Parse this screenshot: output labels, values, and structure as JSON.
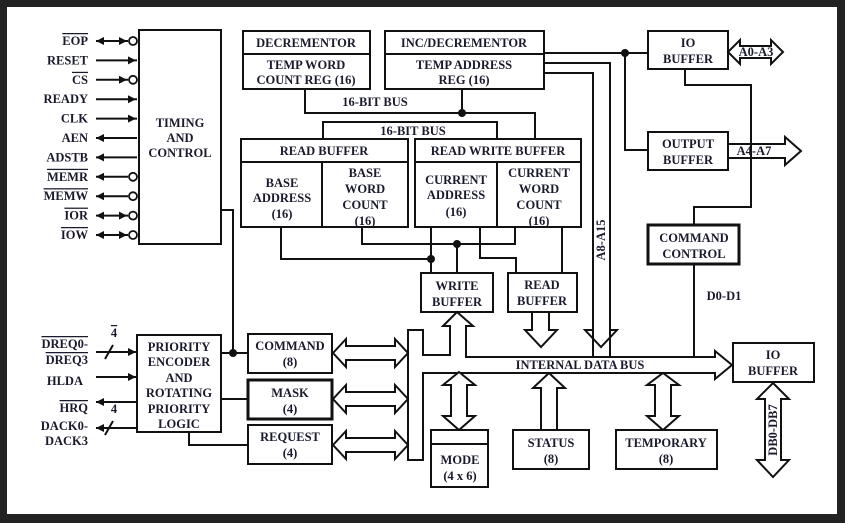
{
  "diagram": {
    "title": "DMA Controller Block Diagram",
    "blocks": {
      "timing_control": [
        "TIMING",
        "AND",
        "CONTROL"
      ],
      "decrementor": "DECREMENTOR",
      "temp_word_count": [
        "TEMP WORD",
        "COUNT REG (16)"
      ],
      "inc_decrementor": "INC/DECREMENTOR",
      "temp_address": [
        "TEMP ADDRESS",
        "REG (16)"
      ],
      "io_buffer_top": [
        "IO",
        "BUFFER"
      ],
      "output_buffer": [
        "OUTPUT",
        "BUFFER"
      ],
      "command_control": [
        "COMMAND",
        "CONTROL"
      ],
      "read_buffer_group": "READ BUFFER",
      "base_address": [
        "BASE",
        "ADDRESS",
        "(16)"
      ],
      "base_word_count": [
        "BASE",
        "WORD",
        "COUNT",
        "(16)"
      ],
      "read_write_buffer_group": "READ WRITE BUFFER",
      "current_address": [
        "CURRENT",
        "ADDRESS",
        "(16)"
      ],
      "current_word_count": [
        "CURRENT",
        "WORD",
        "COUNT",
        "(16)"
      ],
      "write_buffer": [
        "WRITE",
        "BUFFER"
      ],
      "read_buffer": [
        "READ",
        "BUFFER"
      ],
      "priority_encoder": [
        "PRIORITY",
        "ENCODER",
        "AND",
        "ROTATING",
        "PRIORITY",
        "LOGIC"
      ],
      "command_reg": [
        "COMMAND",
        "(8)"
      ],
      "mask_reg": [
        "MASK",
        "(4)"
      ],
      "request_reg": [
        "REQUEST",
        "(4)"
      ],
      "mode_reg": [
        "MODE",
        "(4 x 6)"
      ],
      "status_reg": [
        "STATUS",
        "(8)"
      ],
      "temporary_reg": [
        "TEMPORARY",
        "(8)"
      ],
      "io_buffer_bottom": [
        "IO",
        "BUFFER"
      ]
    },
    "bus_labels": {
      "bus16_upper": "16-BIT BUS",
      "bus16_lower": "16-BIT BUS",
      "internal_data_bus": "INTERNAL DATA BUS",
      "a8_a15": "A8-A15",
      "a0_a3": "A0-A3",
      "a4_a7": "A4-A7",
      "d0_d1": "D0-D1",
      "db0_db7": "DB0-DB7"
    },
    "control_signals": [
      {
        "name": "EOP",
        "overbar": true,
        "direction": "bidirectional",
        "active_low": true
      },
      {
        "name": "RESET",
        "overbar": false,
        "direction": "in",
        "active_low": false
      },
      {
        "name": "CS",
        "overbar": true,
        "direction": "in",
        "active_low": true
      },
      {
        "name": "READY",
        "overbar": false,
        "direction": "in",
        "active_low": false
      },
      {
        "name": "CLK",
        "overbar": false,
        "direction": "in",
        "active_low": false
      },
      {
        "name": "AEN",
        "overbar": false,
        "direction": "out",
        "active_low": false
      },
      {
        "name": "ADSTB",
        "overbar": false,
        "direction": "out",
        "active_low": false
      },
      {
        "name": "MEMR",
        "overbar": true,
        "direction": "out",
        "active_low": true
      },
      {
        "name": "MEMW",
        "overbar": true,
        "direction": "out",
        "active_low": true
      },
      {
        "name": "IOR",
        "overbar": true,
        "direction": "bidirectional",
        "active_low": true
      },
      {
        "name": "IOW",
        "overbar": true,
        "direction": "bidirectional",
        "active_low": true
      }
    ],
    "priority_signals": [
      {
        "lines": [
          "DREQ0-",
          "DREQ3"
        ],
        "overbar": true,
        "direction": "in",
        "width": "4"
      },
      {
        "lines": [
          "HLDA"
        ],
        "overbar": false,
        "direction": "in"
      },
      {
        "lines": [
          "HRQ"
        ],
        "overbar": true,
        "direction": "out"
      },
      {
        "lines": [
          "DACK0-",
          "DACK3"
        ],
        "overbar": false,
        "direction": "out",
        "width": "4"
      }
    ]
  }
}
